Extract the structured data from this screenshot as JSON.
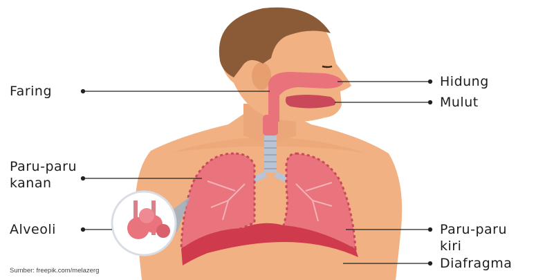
{
  "labels": {
    "faring": "Faring",
    "hidung": "Hidung",
    "mulut": "Mulut",
    "paru_kanan_1": "Paru-paru",
    "paru_kanan_2": "kanan",
    "alveoli": "Alveoli",
    "paru_kiri_1": "Paru-paru",
    "paru_kiri_2": "kiri",
    "diafragma": "Diafragma"
  },
  "source": "Sumber: freepik.com/melazerg",
  "colors": {
    "skin": "#f1b183",
    "skin_shadow": "#e79f6f",
    "hair": "#8b5a36",
    "lung": "#e9747e",
    "lung_dark": "#c9485a",
    "trachea": "#b9c3d3",
    "diaphragm": "#cf3b4c",
    "airway": "#e8737b",
    "line": "#222222"
  }
}
